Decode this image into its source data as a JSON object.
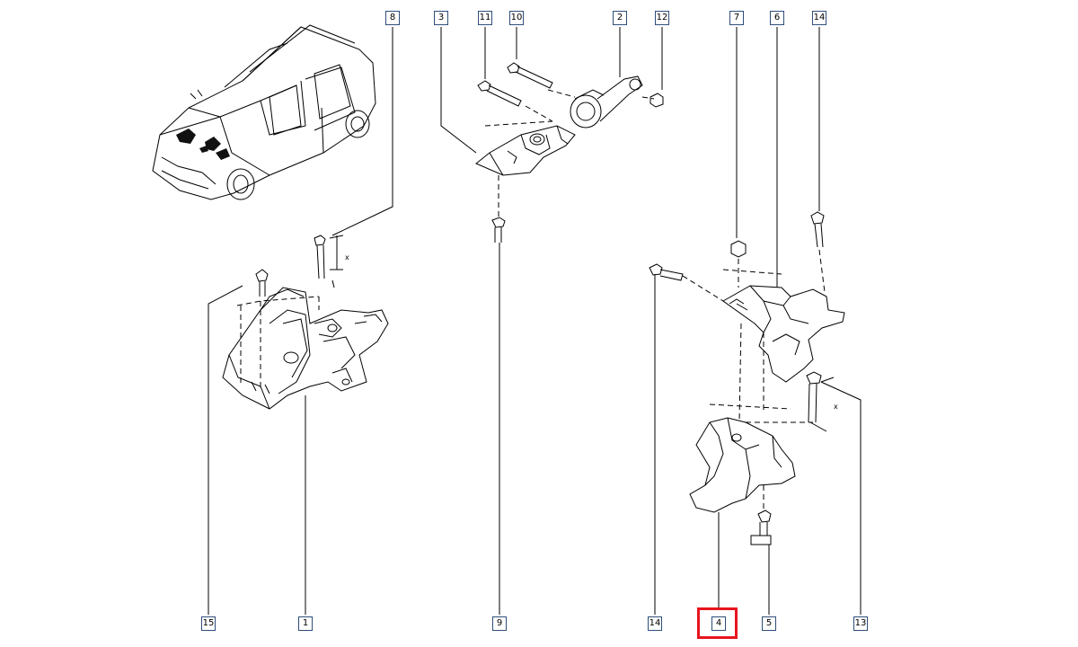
{
  "diagram": {
    "labels": {
      "l8": "8",
      "l3": "3",
      "l11": "11",
      "l10": "10",
      "l2": "2",
      "l12": "12",
      "l7": "7",
      "l6": "6",
      "l14t": "14",
      "l15": "15",
      "l1": "1",
      "l9": "9",
      "l14b": "14",
      "l4": "4",
      "l5": "5",
      "l13": "13"
    },
    "dimension_marks": {
      "x1": "x",
      "x2": "x"
    },
    "highlight": {
      "label": "4",
      "color": "#e8141e"
    },
    "colors": {
      "label_border": "#2f4e7a",
      "line": "#000000"
    }
  }
}
